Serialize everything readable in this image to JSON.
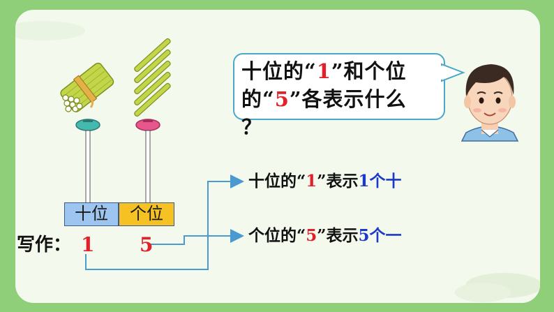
{
  "question": {
    "line1_a": "十位的“",
    "line1_digit": "1",
    "line1_b": "”和个位",
    "line2_a": "的“",
    "line2_digit": "5",
    "line2_b": "”各表示什么",
    "line3": "？"
  },
  "place_labels": {
    "tens": "十位",
    "ones": "个位"
  },
  "written_number": {
    "label": "写作：",
    "tens_digit": "1",
    "ones_digit": "5"
  },
  "meanings": {
    "tens": {
      "prefix": "十位的“",
      "digit": "1",
      "middle": "”表示",
      "value": "1个十"
    },
    "ones": {
      "prefix": "个位的“",
      "digit": "5",
      "middle": "”表示",
      "value": "5个一"
    }
  },
  "colors": {
    "accent_red": "#e3202a",
    "accent_blue": "#1d39c8",
    "tens_box": "#9ec5ef",
    "ones_box": "#f6c123",
    "arrow": "#4a9ad0"
  },
  "icons": [
    "stick-bundle-icon",
    "single-stick-icon",
    "abacus-bead-icon",
    "boy-avatar-icon"
  ]
}
